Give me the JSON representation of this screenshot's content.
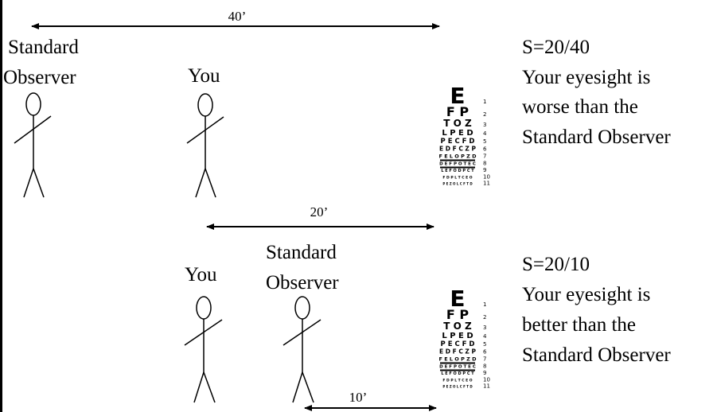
{
  "top": {
    "distance_label": "40’",
    "observer_label_line1": "Standard",
    "observer_label_line2": "Observer",
    "you_label": "You",
    "you_distance_label": "20’",
    "result": {
      "score": "S=20/40",
      "line1": "Your eyesight is",
      "line2": "worse than the",
      "line3": "Standard Observer"
    }
  },
  "bottom": {
    "you_label": "You",
    "observer_label_line1": "Standard",
    "observer_label_line2": "Observer",
    "distance_label": "10’",
    "result": {
      "score": "S=20/10",
      "line1": "Your eyesight is",
      "line2": "better than the",
      "line3": "Standard Observer"
    }
  },
  "eye_chart": {
    "rows": [
      "E",
      "F P",
      "T O Z",
      "L P E D",
      "P E C F D",
      "E D F C Z P",
      "F E L O P Z D",
      "D E F P O T E C",
      "L E F O D P C T",
      "F D P L T C E O",
      "P E Z O L C F T D"
    ],
    "row_numbers": [
      "1",
      "2",
      "3",
      "4",
      "5",
      "6",
      "7",
      "8",
      "9",
      "10",
      "11"
    ]
  }
}
